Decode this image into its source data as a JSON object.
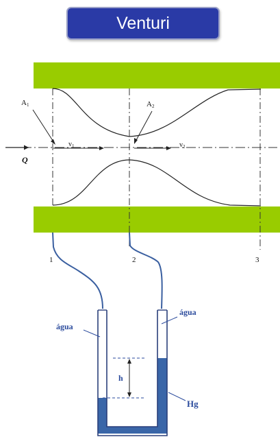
{
  "title": "Venturi",
  "labels": {
    "area1": "A",
    "area1_sub": "1",
    "area2": "A",
    "area2_sub": "2",
    "flow": "Q",
    "velocity1": "v",
    "velocity1_sub": "1",
    "velocity2": "v",
    "velocity2_sub": "2",
    "section1": "1",
    "section2": "2",
    "section3": "3",
    "water_left": "água",
    "water_right": "água",
    "height": "h",
    "mercury": "Hg"
  },
  "colors": {
    "title_background": "#2a3aa6",
    "pipe_wall": "#99cc00",
    "mercury": "#3a66a8",
    "tube_hose": "#3a5fa0",
    "label_blue": "#2a4a9c"
  }
}
